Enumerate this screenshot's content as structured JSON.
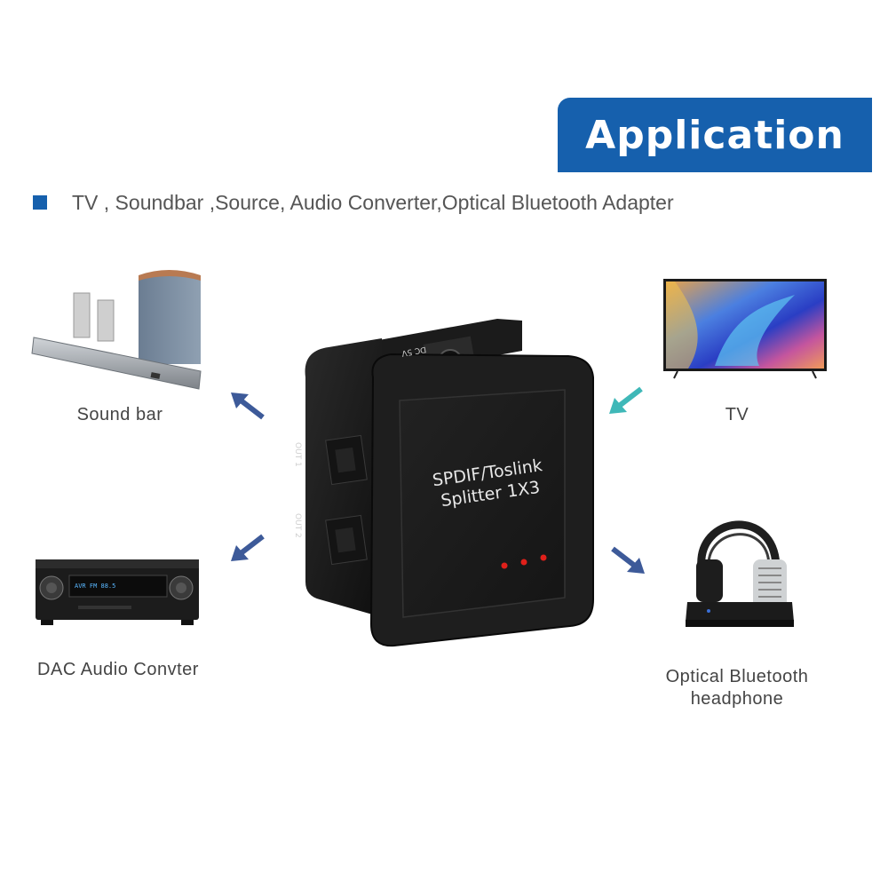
{
  "banner": {
    "title": "Application"
  },
  "applications": {
    "text": "TV , Soundbar ,Source, Audio Converter,Optical Bluetooth Adapter"
  },
  "devices": {
    "soundbar": {
      "label": "Sound bar"
    },
    "tv": {
      "label": "TV"
    },
    "dac": {
      "label": "DAC Audio Convter"
    },
    "headphone": {
      "label_line1": "Optical Bluetooth",
      "label_line2": "headphone"
    }
  },
  "splitter": {
    "line1": "SPDIF/Toslink",
    "line2": "Splitter 1X3",
    "port_dc": "DC 5V",
    "port_out1": "OUT 1",
    "port_out2": "OUT 2"
  },
  "colors": {
    "accent": "#1660ad",
    "arrow_out": "#3d5a99",
    "arrow_in": "#3fb8b8",
    "led": "#e0201a"
  }
}
